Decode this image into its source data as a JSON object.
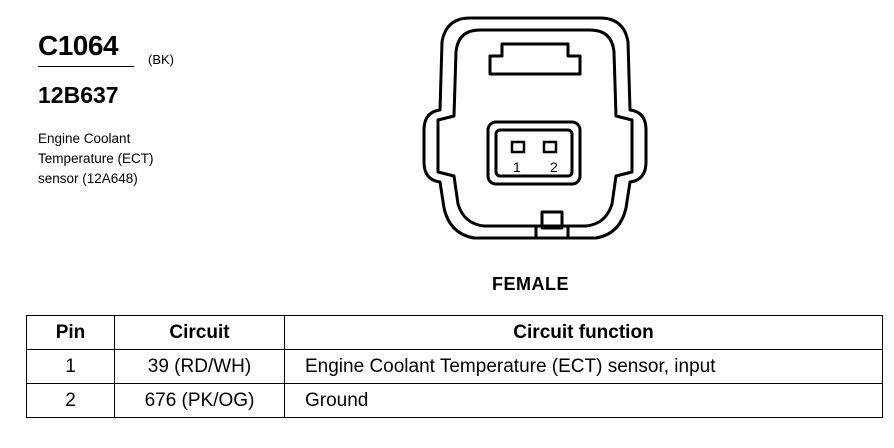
{
  "connector": {
    "id": "C1064",
    "color": "(BK)",
    "part_number": "12B637",
    "description": "Engine Coolant\nTemperature (ECT)\nsensor (12A648)"
  },
  "diagram": {
    "pin_labels": [
      "1",
      "2"
    ],
    "view_label": "FEMALE"
  },
  "table": {
    "headers": [
      "Pin",
      "Circuit",
      "Circuit function"
    ],
    "rows": [
      {
        "pin": "1",
        "circuit": "39 (RD/WH)",
        "function": "Engine Coolant Temperature (ECT) sensor, input"
      },
      {
        "pin": "2",
        "circuit": "676 (PK/OG)",
        "function": "Ground"
      }
    ]
  }
}
